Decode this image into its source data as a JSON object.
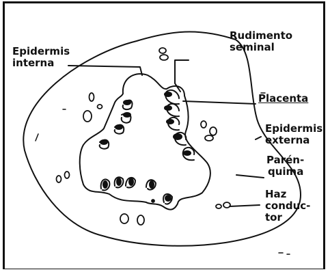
{
  "labels": {
    "epidermis_interna": [
      "Epidermis",
      "interna"
    ],
    "rudimento_seminal": [
      "Rudimento",
      "seminal"
    ],
    "placenta": "Placenta",
    "epidermis_externa": [
      "Epidermis",
      "externa"
    ],
    "parenquima": [
      "Parén-",
      "quima"
    ],
    "haz_conductor": [
      "Haz",
      "conduc-",
      "tor"
    ]
  },
  "colors": {
    "ink": "#111111",
    "background": "#ffffff"
  }
}
